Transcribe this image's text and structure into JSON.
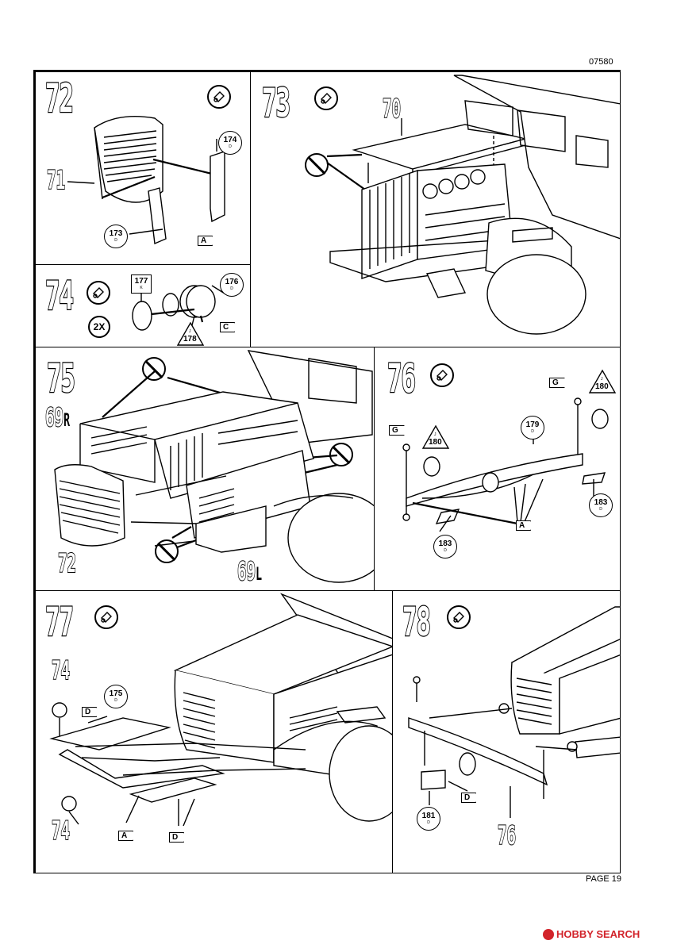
{
  "header": {
    "kit_code": "07580"
  },
  "footer": {
    "page_label": "PAGE 19",
    "watermark_brand": "HOBBY SEARCH"
  },
  "steps": {
    "s72": {
      "number": "72",
      "part_labels": {
        "grille": "71"
      },
      "callouts": {
        "upper": {
          "num": "174",
          "code": "D"
        },
        "lower": {
          "num": "173",
          "code": "D"
        }
      },
      "tags": [
        "A"
      ]
    },
    "s73": {
      "number": "73",
      "part_labels": {
        "hood": "70"
      }
    },
    "s74": {
      "number": "74",
      "multiplier": "2X",
      "box": {
        "num": "177",
        "code": "K"
      },
      "callout": {
        "num": "176",
        "code": "D"
      },
      "tri": {
        "num": "178",
        "code": "J"
      },
      "tags": [
        "C"
      ]
    },
    "s75": {
      "number": "75",
      "part_labels": {
        "right": "69",
        "right_side": "R",
        "grille": "72",
        "left": "69",
        "left_side": "L"
      }
    },
    "s76": {
      "number": "76",
      "callouts": {
        "bar": {
          "num": "179",
          "code": "D"
        },
        "left_plate": {
          "num": "183",
          "code": "D"
        },
        "right_plate": {
          "num": "183",
          "code": "D"
        }
      },
      "tris": {
        "left": {
          "num": "180",
          "code": "J"
        },
        "right": {
          "num": "180",
          "code": "J"
        }
      },
      "tags": [
        "G",
        "G",
        "A"
      ]
    },
    "s77": {
      "number": "77",
      "part_labels": {
        "lamp_top": "74",
        "lamp_bottom": "74"
      },
      "callout": {
        "num": "175",
        "code": "D"
      },
      "tags": [
        "D",
        "A",
        "D"
      ]
    },
    "s78": {
      "number": "78",
      "part_labels": {
        "bumper": "76"
      },
      "callout": {
        "num": "181",
        "code": "D"
      },
      "tags": [
        "D"
      ]
    }
  }
}
